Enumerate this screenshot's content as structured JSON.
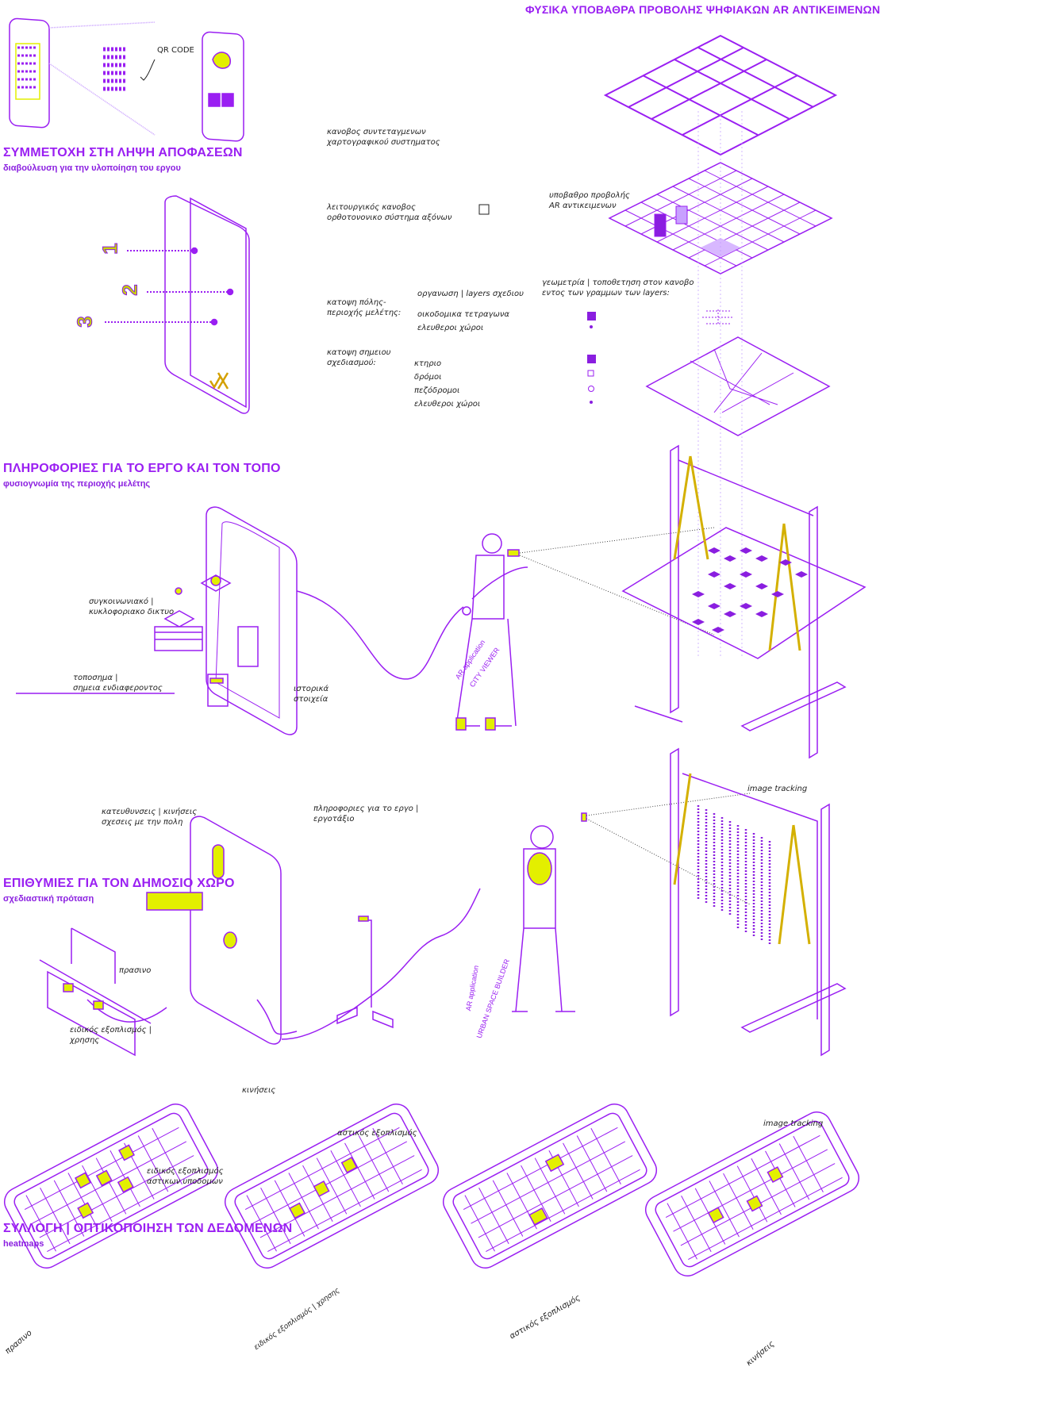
{
  "colors": {
    "accent": "#9a1ff2",
    "highlight": "#e3ef00"
  },
  "top_title": "ΦΥΣΙΚΑ ΥΠΟΒΑΘΡΑ ΠΡΟΒΟΛΗΣ ΨΗΦΙΑΚΩΝ AR ΑΝΤΙΚΕΙΜΕΝΩΝ",
  "qr_label": "QR CODE",
  "sections": [
    {
      "title": "ΣΥΜΜΕΤΟΧΗ ΣΤΗ ΛΗΨΗ ΑΠΟΦΑΣΕΩΝ",
      "subtitle": "διαβούλευση για την υλοποίηση του εργου",
      "numbers": [
        "1",
        "2",
        "3"
      ]
    },
    {
      "title": "ΠΛΗΡΟΦΟΡΙΕΣ ΓΙΑ ΤΟ ΕΡΓΟ ΚΑΙ ΤΟΝ ΤΟΠΟ",
      "subtitle": "φυσιογνωμία της περιοχής μελέτης"
    },
    {
      "title": "ΕΠΙΘΥΜΙΕΣ ΓΙΑ ΤΟΝ ΔΗΜΟΣΙΟ ΧΩΡΟ",
      "subtitle": "σχεδιαστική πρόταση"
    },
    {
      "title": "ΣΥΛΛΟΓΗ | ΟΠΤΙΚΟΠΟΙΗΣΗ ΤΩΝ ΔΕΔΟΜΕΝΩΝ",
      "subtitle": "heatmaps"
    }
  ],
  "layers": {
    "grid1": [
      "κανοβος συντεταγμενων",
      "χαρτογραφικού συστηματος"
    ],
    "grid2": [
      "λειτουργικός κανοβος",
      "ορθοτονονικο σύστημα αξόνων"
    ],
    "projection": [
      "υποβαθρο προβολής",
      "AR αντικειμενων"
    ],
    "organisation": "οργανωση | layers σχεδιου",
    "geometry": [
      "γεωμετρία | τοποθετηση στον κανοβο",
      "εντος των γραμμων των layers:"
    ],
    "city_plan": [
      "κατοψη πόλης-",
      "περιοχής μελέτης:"
    ],
    "city_items": [
      "οικοδομικα τετραγωνα",
      "ελευθεροι χώροι"
    ],
    "site_plan": [
      "κατοψη σημειου",
      "σχεδιασμού:"
    ],
    "site_items": [
      "κτηριο",
      "δρόμοι",
      "πεζόδρομοι",
      "ελευθεροι χώροι"
    ]
  },
  "info_labels": {
    "network": [
      "συγκοινωνιακό |",
      "κυκλοφοριακο δικτυο"
    ],
    "landmark": [
      "τοποσημα |",
      "σημεια ενδιαφεροντος"
    ],
    "history": [
      "ιστορικά",
      "στοιχεία"
    ],
    "directions": [
      "κατευθυνσεις | κινήσεις",
      "σχεσεις με την πολη"
    ],
    "project_info": [
      "πληροφοριες για το εργο |",
      "εργοτάξιο"
    ],
    "app_1": "AR application",
    "app_1_name": "CITY VIEWER",
    "tracking_1": "image tracking"
  },
  "desire_labels": {
    "green": "πρασινο",
    "special_use": [
      "ειδικός εξοπλισμός |",
      "χρησης"
    ],
    "movement": "κινήσεις",
    "urban_furniture": "αστικός εξοπλισμός",
    "infra": [
      "ειδικός εξοπλισμός",
      "αστικων υποδομων"
    ],
    "app_2": "AR application",
    "app_2_name": "URBAN SPACE BUILDER",
    "tracking_2": "image tracking"
  },
  "heatmaps": [
    "πρασινο",
    "ειδικός εξοπλισμός | χρησης",
    "αστικός εξοπλισμός",
    "κινήσεις"
  ]
}
